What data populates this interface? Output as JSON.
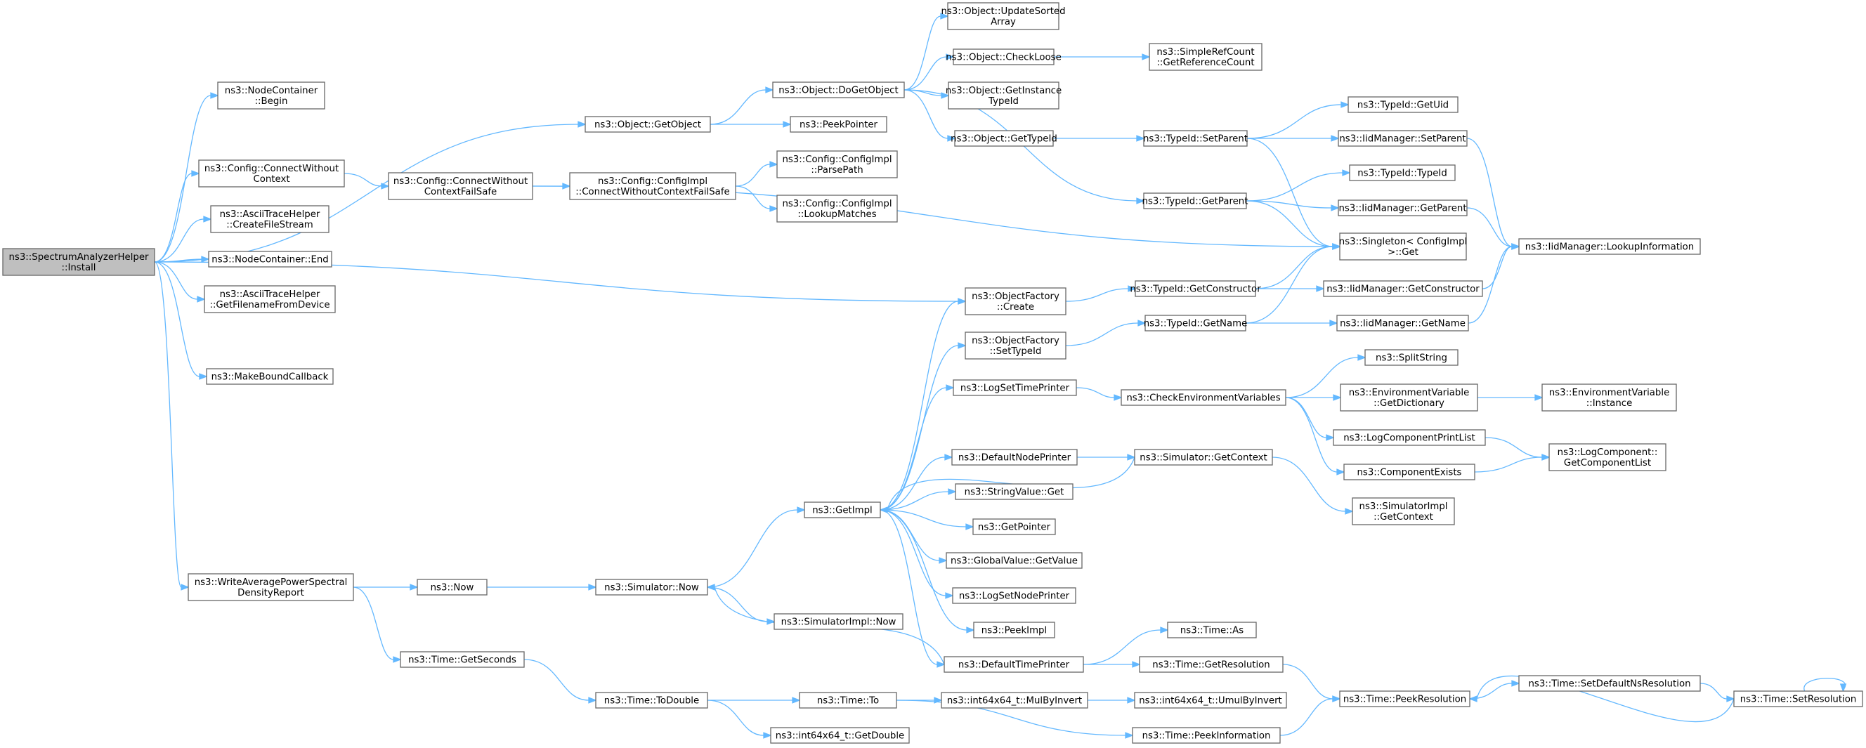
{
  "colors": {
    "edge": "#63b8ff",
    "node_border": "#666666",
    "root_fill": "#bfbfbf",
    "node_fill": "#ffffff"
  },
  "nodes": [
    {
      "id": "root",
      "lines": [
        "ns3::SpectrumAnalyzerHelper",
        "::Install"
      ],
      "root": true
    },
    {
      "id": "nc_begin",
      "lines": [
        "ns3::NodeContainer",
        "::Begin"
      ]
    },
    {
      "id": "getobject",
      "lines": [
        "ns3::Object::GetObject"
      ]
    },
    {
      "id": "cfg_cwc",
      "lines": [
        "ns3::Config::ConnectWithout",
        "Context"
      ]
    },
    {
      "id": "ascii_create",
      "lines": [
        "ns3::AsciiTraceHelper",
        "::CreateFileStream"
      ]
    },
    {
      "id": "nc_end",
      "lines": [
        "ns3::NodeContainer::End"
      ]
    },
    {
      "id": "ascii_fn",
      "lines": [
        "ns3::AsciiTraceHelper",
        "::GetFilenameFromDevice"
      ]
    },
    {
      "id": "mbcb",
      "lines": [
        "ns3::MakeBoundCallback"
      ]
    },
    {
      "id": "wapsd",
      "lines": [
        "ns3::WriteAveragePowerSpectral",
        "DensityReport"
      ]
    },
    {
      "id": "cfg_cwcfs",
      "lines": [
        "ns3::Config::ConnectWithout",
        "ContextFailSafe"
      ]
    },
    {
      "id": "cfgimpl_cwcfs",
      "lines": [
        "ns3::Config::ConfigImpl",
        "::ConnectWithoutContextFailSafe"
      ]
    },
    {
      "id": "cfgimpl_parse",
      "lines": [
        "ns3::Config::ConfigImpl",
        "::ParsePath"
      ]
    },
    {
      "id": "cfgimpl_lookup",
      "lines": [
        "ns3::Config::ConfigImpl",
        "::LookupMatches"
      ]
    },
    {
      "id": "dogetobject",
      "lines": [
        "ns3::Object::DoGetObject"
      ]
    },
    {
      "id": "peekpointer",
      "lines": [
        "ns3::PeekPointer"
      ]
    },
    {
      "id": "obj_upd",
      "lines": [
        "ns3::Object::UpdateSorted",
        "Array"
      ]
    },
    {
      "id": "obj_checkloose",
      "lines": [
        "ns3::Object::CheckLoose"
      ]
    },
    {
      "id": "obj_getinst",
      "lines": [
        "ns3::Object::GetInstance",
        "TypeId"
      ]
    },
    {
      "id": "obj_gettypeid",
      "lines": [
        "ns3::Object::GetTypeId"
      ]
    },
    {
      "id": "srefcount",
      "lines": [
        "ns3::SimpleRefCount",
        "::GetReferenceCount"
      ]
    },
    {
      "id": "tid_setparent",
      "lines": [
        "ns3::TypeId::SetParent"
      ]
    },
    {
      "id": "tid_getparent",
      "lines": [
        "ns3::TypeId::GetParent"
      ]
    },
    {
      "id": "tid_getuid",
      "lines": [
        "ns3::TypeId::GetUid"
      ]
    },
    {
      "id": "iid_setparent",
      "lines": [
        "ns3::IidManager::SetParent"
      ]
    },
    {
      "id": "tid_typeid",
      "lines": [
        "ns3::TypeId::TypeId"
      ]
    },
    {
      "id": "iid_getparent",
      "lines": [
        "ns3::IidManager::GetParent"
      ]
    },
    {
      "id": "singleton",
      "lines": [
        "ns3::Singleton< ConfigImpl",
        " >::Get"
      ]
    },
    {
      "id": "iid_lookup",
      "lines": [
        "ns3::IidManager::LookupInformation"
      ]
    },
    {
      "id": "of_create",
      "lines": [
        "ns3::ObjectFactory",
        "::Create"
      ]
    },
    {
      "id": "tid_getctor",
      "lines": [
        "ns3::TypeId::GetConstructor"
      ]
    },
    {
      "id": "iid_getctor",
      "lines": [
        "ns3::IidManager::GetConstructor"
      ]
    },
    {
      "id": "of_settypeid",
      "lines": [
        "ns3::ObjectFactory",
        "::SetTypeId"
      ]
    },
    {
      "id": "tid_getname",
      "lines": [
        "ns3::TypeId::GetName"
      ]
    },
    {
      "id": "iid_getname",
      "lines": [
        "ns3::IidManager::GetName"
      ]
    },
    {
      "id": "logsettime",
      "lines": [
        "ns3::LogSetTimePrinter"
      ]
    },
    {
      "id": "checkenv",
      "lines": [
        "ns3::CheckEnvironmentVariables"
      ]
    },
    {
      "id": "splitstring",
      "lines": [
        "ns3::SplitString"
      ]
    },
    {
      "id": "envvar_dict",
      "lines": [
        "ns3::EnvironmentVariable",
        "::GetDictionary"
      ]
    },
    {
      "id": "envvar_inst",
      "lines": [
        "ns3::EnvironmentVariable",
        "::Instance"
      ]
    },
    {
      "id": "logcompprint",
      "lines": [
        "ns3::LogComponentPrintList"
      ]
    },
    {
      "id": "compexists",
      "lines": [
        "ns3::ComponentExists"
      ]
    },
    {
      "id": "logcomp_list",
      "lines": [
        "ns3::LogComponent::",
        "GetComponentList"
      ]
    },
    {
      "id": "defnodeprinter",
      "lines": [
        "ns3::DefaultNodePrinter"
      ]
    },
    {
      "id": "sim_getctx",
      "lines": [
        "ns3::Simulator::GetContext"
      ]
    },
    {
      "id": "simimpl_getctx",
      "lines": [
        "ns3::SimulatorImpl",
        "::GetContext"
      ]
    },
    {
      "id": "getimpl",
      "lines": [
        "ns3::GetImpl"
      ]
    },
    {
      "id": "stringvalue",
      "lines": [
        "ns3::StringValue::Get"
      ]
    },
    {
      "id": "getpointer",
      "lines": [
        "ns3::GetPointer"
      ]
    },
    {
      "id": "globalvalue",
      "lines": [
        "ns3::GlobalValue::GetValue"
      ]
    },
    {
      "id": "logsetnode",
      "lines": [
        "ns3::LogSetNodePrinter"
      ]
    },
    {
      "id": "peekimpl",
      "lines": [
        "ns3::PeekImpl"
      ]
    },
    {
      "id": "deftimeprinter",
      "lines": [
        "ns3::DefaultTimePrinter"
      ]
    },
    {
      "id": "now",
      "lines": [
        "ns3::Now"
      ]
    },
    {
      "id": "sim_now",
      "lines": [
        "ns3::Simulator::Now"
      ]
    },
    {
      "id": "simimpl_now",
      "lines": [
        "ns3::SimulatorImpl::Now"
      ]
    },
    {
      "id": "time_as",
      "lines": [
        "ns3::Time::As"
      ]
    },
    {
      "id": "time_getres",
      "lines": [
        "ns3::Time::GetResolution"
      ]
    },
    {
      "id": "time_peekres",
      "lines": [
        "ns3::Time::PeekResolution"
      ]
    },
    {
      "id": "time_setdefns",
      "lines": [
        "ns3::Time::SetDefaultNsResolution"
      ]
    },
    {
      "id": "time_setres",
      "lines": [
        "ns3::Time::SetResolution"
      ]
    },
    {
      "id": "time_getsec",
      "lines": [
        "ns3::Time::GetSeconds"
      ]
    },
    {
      "id": "time_todouble",
      "lines": [
        "ns3::Time::ToDouble"
      ]
    },
    {
      "id": "time_to",
      "lines": [
        "ns3::Time::To"
      ]
    },
    {
      "id": "i64_mulbyinv",
      "lines": [
        "ns3::int64x64_t::MulByInvert"
      ]
    },
    {
      "id": "i64_umulbyinv",
      "lines": [
        "ns3::int64x64_t::UmulByInvert"
      ]
    },
    {
      "id": "i64_getdouble",
      "lines": [
        "ns3::int64x64_t::GetDouble"
      ]
    },
    {
      "id": "time_peekinfo",
      "lines": [
        "ns3::Time::PeekInformation"
      ]
    }
  ],
  "edges": [
    [
      "root",
      "nc_begin"
    ],
    [
      "root",
      "getobject"
    ],
    [
      "root",
      "cfg_cwc"
    ],
    [
      "root",
      "ascii_create"
    ],
    [
      "root",
      "nc_end"
    ],
    [
      "root",
      "ascii_fn"
    ],
    [
      "root",
      "of_create"
    ],
    [
      "root",
      "mbcb"
    ],
    [
      "root",
      "wapsd"
    ],
    [
      "getobject",
      "dogetobject"
    ],
    [
      "getobject",
      "peekpointer"
    ],
    [
      "dogetobject",
      "obj_upd"
    ],
    [
      "dogetobject",
      "obj_checkloose"
    ],
    [
      "dogetobject",
      "obj_getinst"
    ],
    [
      "dogetobject",
      "obj_gettypeid"
    ],
    [
      "dogetobject",
      "tid_getparent"
    ],
    [
      "obj_checkloose",
      "srefcount"
    ],
    [
      "obj_gettypeid",
      "tid_setparent"
    ],
    [
      "tid_setparent",
      "tid_getuid"
    ],
    [
      "tid_setparent",
      "iid_setparent"
    ],
    [
      "tid_setparent",
      "singleton"
    ],
    [
      "tid_getparent",
      "tid_typeid"
    ],
    [
      "tid_getparent",
      "iid_getparent"
    ],
    [
      "tid_getparent",
      "singleton"
    ],
    [
      "iid_setparent",
      "iid_lookup"
    ],
    [
      "iid_getparent",
      "iid_lookup"
    ],
    [
      "cfg_cwc",
      "cfg_cwcfs"
    ],
    [
      "cfg_cwcfs",
      "cfgimpl_cwcfs"
    ],
    [
      "cfg_cwcfs",
      "singleton"
    ],
    [
      "cfgimpl_cwcfs",
      "cfgimpl_parse"
    ],
    [
      "cfgimpl_cwcfs",
      "cfgimpl_lookup"
    ],
    [
      "of_create",
      "tid_getctor"
    ],
    [
      "tid_getctor",
      "singleton"
    ],
    [
      "tid_getctor",
      "iid_getctor"
    ],
    [
      "iid_getctor",
      "iid_lookup"
    ],
    [
      "of_settypeid",
      "tid_getname"
    ],
    [
      "tid_getname",
      "singleton"
    ],
    [
      "tid_getname",
      "iid_getname"
    ],
    [
      "iid_getname",
      "iid_lookup"
    ],
    [
      "logsettime",
      "checkenv"
    ],
    [
      "checkenv",
      "splitstring"
    ],
    [
      "checkenv",
      "envvar_dict"
    ],
    [
      "checkenv",
      "logcompprint"
    ],
    [
      "checkenv",
      "compexists"
    ],
    [
      "envvar_dict",
      "envvar_inst"
    ],
    [
      "logcompprint",
      "logcomp_list"
    ],
    [
      "compexists",
      "logcomp_list"
    ],
    [
      "defnodeprinter",
      "sim_getctx"
    ],
    [
      "sim_getctx",
      "getimpl"
    ],
    [
      "sim_getctx",
      "simimpl_getctx"
    ],
    [
      "getimpl",
      "of_create"
    ],
    [
      "getimpl",
      "of_settypeid"
    ],
    [
      "getimpl",
      "logsettime"
    ],
    [
      "getimpl",
      "defnodeprinter"
    ],
    [
      "getimpl",
      "stringvalue"
    ],
    [
      "getimpl",
      "getpointer"
    ],
    [
      "getimpl",
      "globalvalue"
    ],
    [
      "getimpl",
      "logsetnode"
    ],
    [
      "getimpl",
      "peekimpl"
    ],
    [
      "getimpl",
      "deftimeprinter"
    ],
    [
      "wapsd",
      "now"
    ],
    [
      "wapsd",
      "time_getsec"
    ],
    [
      "now",
      "sim_now"
    ],
    [
      "sim_now",
      "getimpl"
    ],
    [
      "sim_now",
      "simimpl_now"
    ],
    [
      "deftimeprinter",
      "sim_now"
    ],
    [
      "deftimeprinter",
      "time_as"
    ],
    [
      "deftimeprinter",
      "time_getres"
    ],
    [
      "time_getres",
      "time_peekres"
    ],
    [
      "time_peekres",
      "time_setdefns"
    ],
    [
      "time_setdefns",
      "time_setres"
    ],
    [
      "time_setres",
      "time_peekres"
    ],
    [
      "time_setres",
      "time_setres"
    ],
    [
      "time_getsec",
      "time_todouble"
    ],
    [
      "time_todouble",
      "time_to"
    ],
    [
      "time_todouble",
      "i64_getdouble"
    ],
    [
      "time_to",
      "i64_mulbyinv"
    ],
    [
      "time_to",
      "time_peekinfo"
    ],
    [
      "i64_mulbyinv",
      "i64_umulbyinv"
    ],
    [
      "time_peekinfo",
      "time_peekres"
    ]
  ]
}
